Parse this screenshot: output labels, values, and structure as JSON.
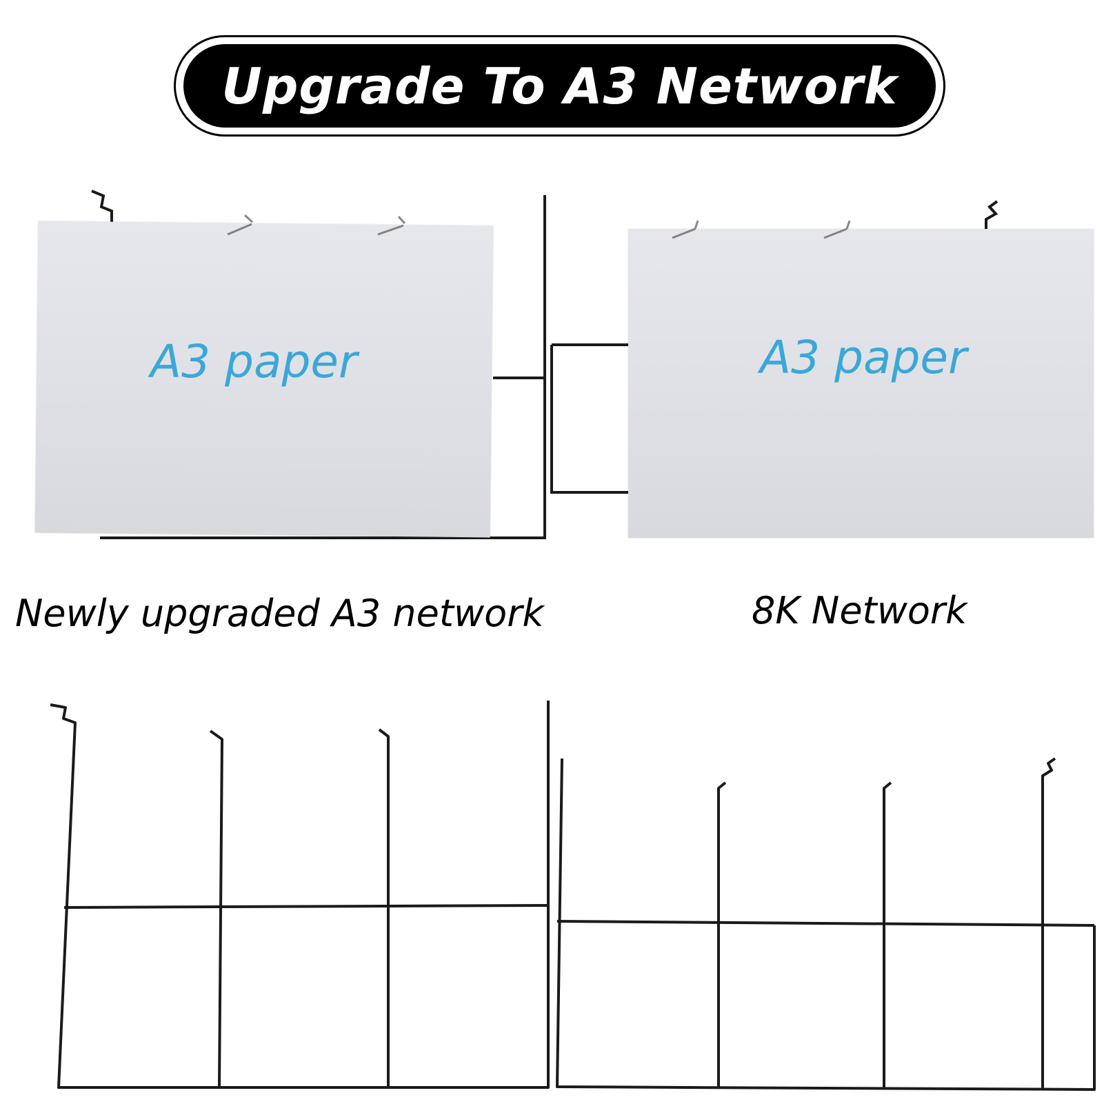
{
  "banner": {
    "title": "Upgrade To A3 Network"
  },
  "left_panel": {
    "paper_label": "A3 paper",
    "caption": "Newly upgraded A3 network"
  },
  "right_panel": {
    "paper_label": "A3 paper",
    "caption": "8K Network"
  },
  "colors": {
    "banner_bg": "#000000",
    "banner_text": "#ffffff",
    "paper_label": "#3aa7d9",
    "wire": "#1a1a1a",
    "paper": "#e3e4e9"
  }
}
